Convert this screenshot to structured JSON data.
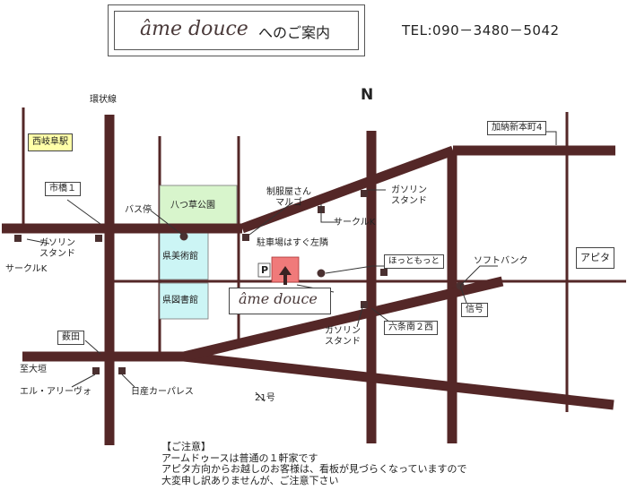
{
  "header": {
    "brand": "âme douce",
    "guide": "へのご案内",
    "tel": "TEL:090－3480－5042"
  },
  "north": "N",
  "roads": {
    "ring_line": "環状線",
    "route_21": "21号",
    "to_ogaki": "至大垣"
  },
  "places": {
    "nishigifu_station": "西岐阜駅",
    "yatsukusa_park": "八つ草公園",
    "pref_museum": "県美術館",
    "pref_library": "県図書館",
    "apita": "アピタ",
    "shop_sign": "âme douce"
  },
  "landmarks": {
    "ichihashi": "市橋１",
    "bus_stop": "バス停",
    "uniform_shop": "制服屋さん\nマルゴ",
    "gas_station": "ガソリン\nスタンド",
    "circle_k": "サークルK",
    "parking": "駐車場はすぐ左隣",
    "parking_mark": "P",
    "hotto_motto": "ほっともっと",
    "softbank": "ソフトバンク",
    "kano_shinhoncho": "加納新本町4",
    "shingo": "信号",
    "rokujo_minami": "六条南２西",
    "yabuta": "薮田",
    "el_arivo": "エル・アリーヴォ",
    "nissan": "日産カーパレス"
  },
  "notes": {
    "heading": "【ご注意】",
    "line1": "アームドゥースは普通の１軒家です",
    "line2": "アピタ方向からお越しのお客様は、看板が見づらくなっていますので",
    "line3": "大変申し訳ありませんが、ご注意下さい"
  },
  "colors": {
    "road": "#542727",
    "line": "#333333",
    "station_fill": "#ffffa8",
    "park_fill": "#d8f5cc",
    "museum_fill": "#ccf5f5",
    "shop_fill": "#f07a7a"
  }
}
